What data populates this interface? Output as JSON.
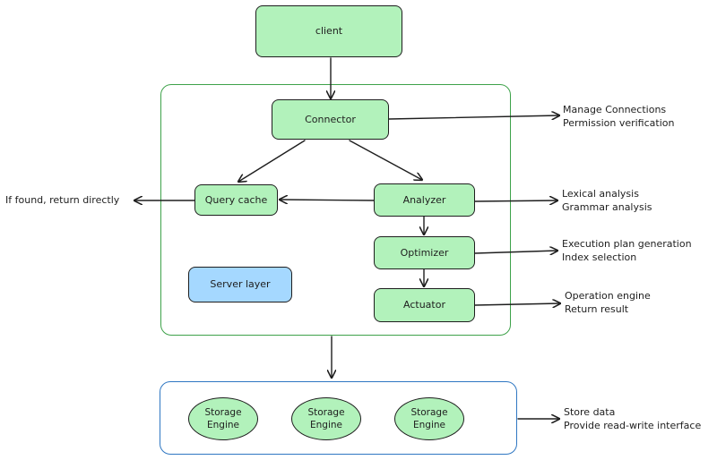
{
  "nodes": {
    "client": "client",
    "connector": "Connector",
    "query_cache": "Query cache",
    "analyzer": "Analyzer",
    "optimizer": "Optimizer",
    "actuator": "Actuator",
    "server_layer": "Server layer",
    "storage_engines": [
      {
        "line1": "Storage",
        "line2": "Engine"
      },
      {
        "line1": "Storage",
        "line2": "Engine"
      },
      {
        "line1": "Storage",
        "line2": "Engine"
      }
    ]
  },
  "notes": {
    "connector": [
      "Manage Connections",
      "Permission verification"
    ],
    "query_cache": "If found, return directly",
    "analyzer": [
      "Lexical analysis",
      "Grammar analysis"
    ],
    "optimizer": [
      "Execution plan generation",
      "Index selection"
    ],
    "actuator": [
      "Operation engine",
      "Return result"
    ],
    "storage": [
      "Store data",
      "Provide read-write interface"
    ]
  },
  "colors": {
    "node_fill": "#b2f2bb",
    "server_layer_fill": "#a5d8ff",
    "server_region_stroke": "#3ea24a",
    "storage_region_stroke": "#2f77c2",
    "stroke": "#1e1e1e"
  }
}
